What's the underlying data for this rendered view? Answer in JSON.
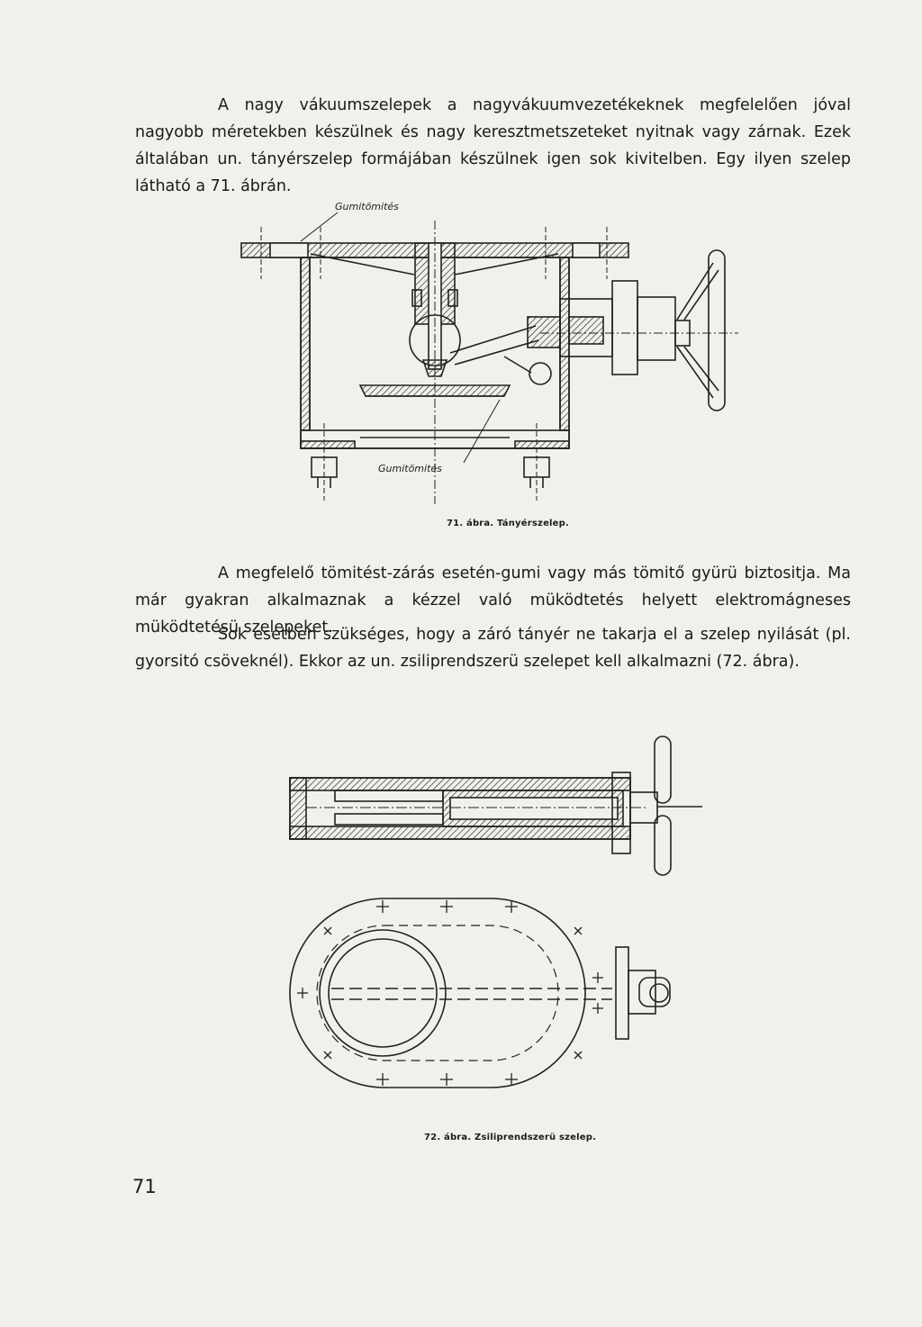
{
  "paragraphs": [
    "A nagy vákuumszelepek a nagyvákuumvezetékeknek megfelelően jóval nagyobb méretekben készülnek és nagy keresztmetszeteket nyitnak vagy zárnak. Ezek általában un. tányérszelep formájában készülnek igen sok kivitelben. Egy ilyen szelep látható a 71. ábrán.",
    "A megfelelő tömitést-zárás esetén-gumi vagy más tömitő gyürü biztositja. Ma már gyakran alkalmaznak a kézzel való müködtetés helyett elektromágneses müködtetésü szelepeket.",
    "Sok esetben szükséges, hogy a záró tányér ne takarja el a szelep nyilását (pl. gyorsitó csöveknél). Ekkor az un. zsiliprendszerü szelepet kell alkalmazni (72. ábra)."
  ],
  "figure71": {
    "label_top": "Gumitömités",
    "label_bottom": "Gumitömités",
    "caption": "71. ábra. Tányérszelep."
  },
  "figure72": {
    "caption": "72. ábra. Zsiliprendszerü szelep."
  },
  "page_number": "71"
}
